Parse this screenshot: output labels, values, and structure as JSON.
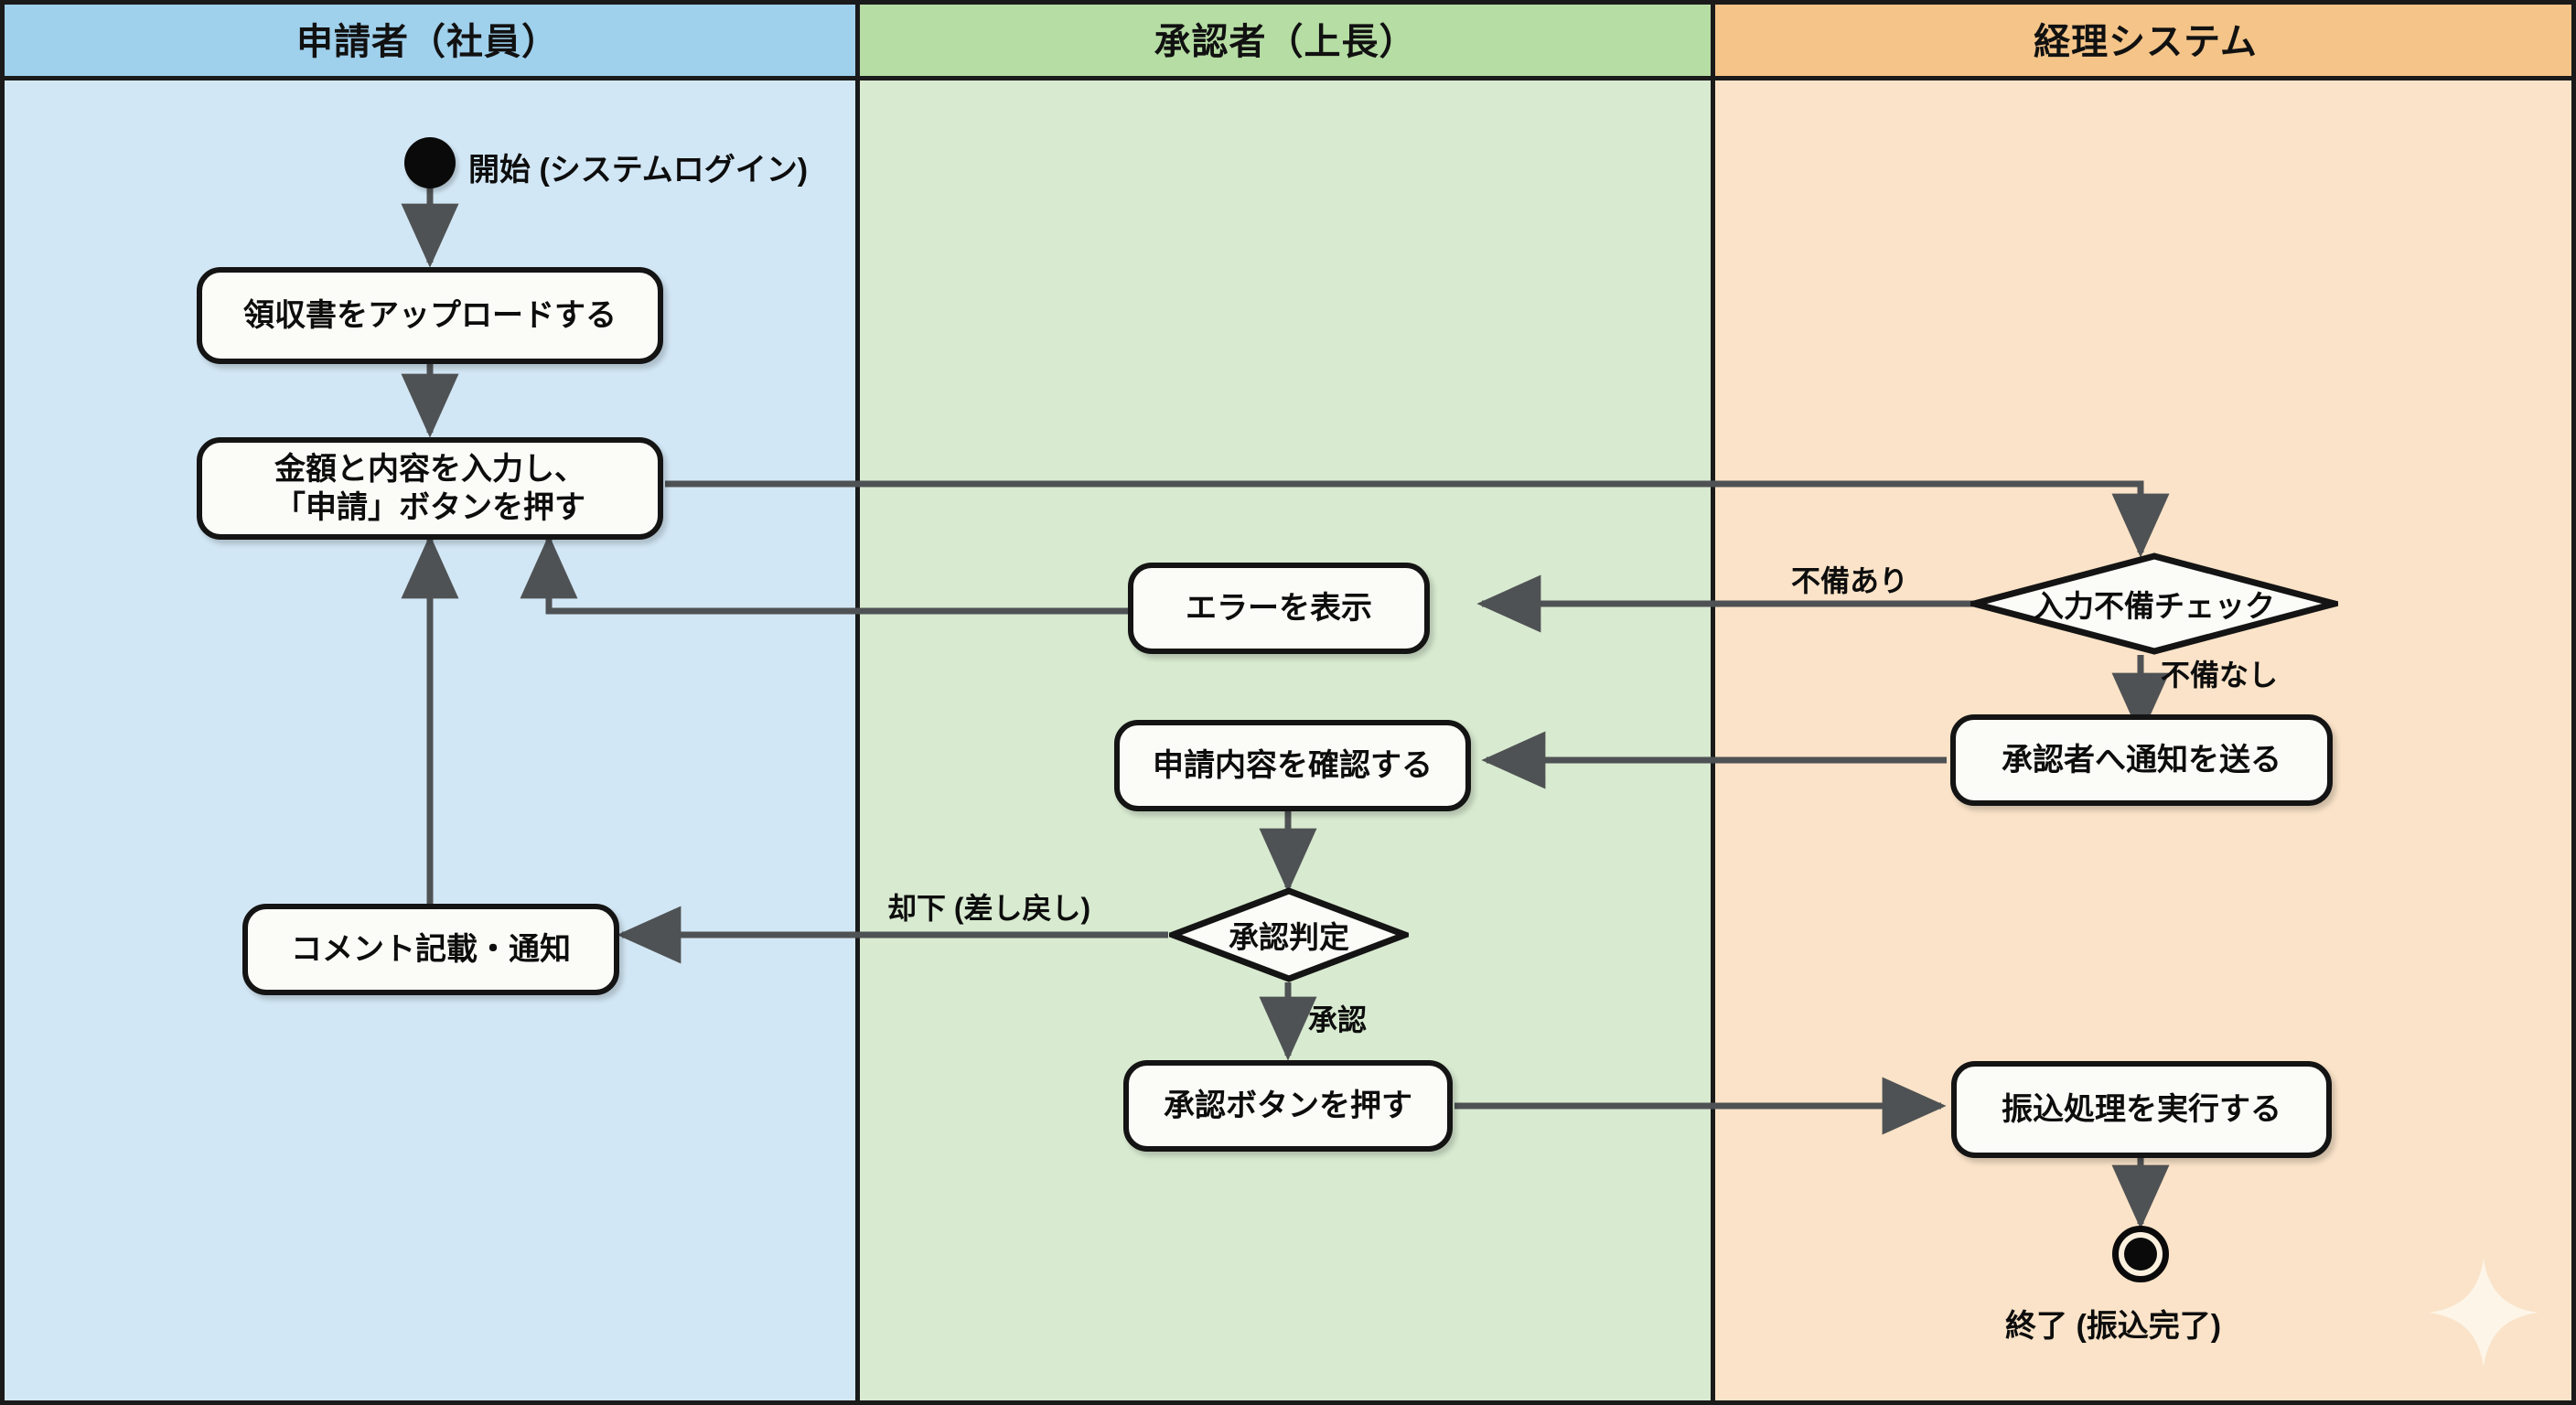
{
  "diagram": {
    "type": "swimlane-flowchart",
    "title_present": false,
    "lanes": [
      {
        "id": "applicant",
        "label": "申請者（社員）",
        "header_color": "#9fd0ec",
        "body_color": "#d2e7f5"
      },
      {
        "id": "approver",
        "label": "承認者（上長）",
        "header_color": "#b6dda4",
        "body_color": "#d8ead0"
      },
      {
        "id": "accounting",
        "label": "経理システム",
        "header_color": "#f4c489",
        "body_color": "#fae3c8"
      }
    ],
    "nodes": [
      {
        "id": "start",
        "lane": "applicant",
        "type": "start",
        "label": "開始 (システムログイン)"
      },
      {
        "id": "upload",
        "lane": "applicant",
        "type": "process",
        "label": "領収書をアップロードする"
      },
      {
        "id": "submit",
        "lane": "applicant",
        "type": "process",
        "label": "金額と内容を入力し、\n「申請」ボタンを押す"
      },
      {
        "id": "comment",
        "lane": "applicant",
        "type": "process",
        "label": "コメント記載・通知"
      },
      {
        "id": "error",
        "lane": "approver",
        "type": "process",
        "label": "エラーを表示"
      },
      {
        "id": "review",
        "lane": "approver",
        "type": "process",
        "label": "申請内容を確認する"
      },
      {
        "id": "judge",
        "lane": "approver",
        "type": "decision",
        "label": "承認判定"
      },
      {
        "id": "approve_btn",
        "lane": "approver",
        "type": "process",
        "label": "承認ボタンを押す"
      },
      {
        "id": "validate",
        "lane": "accounting",
        "type": "decision",
        "label": "入力不備チェック"
      },
      {
        "id": "notify",
        "lane": "accounting",
        "type": "process",
        "label": "承認者へ通知を送る"
      },
      {
        "id": "transfer",
        "lane": "accounting",
        "type": "process",
        "label": "振込処理を実行する"
      },
      {
        "id": "end",
        "lane": "accounting",
        "type": "end",
        "label": "終了 (振込完了)"
      }
    ],
    "edges": [
      {
        "from": "start",
        "to": "upload",
        "label": ""
      },
      {
        "from": "upload",
        "to": "submit",
        "label": ""
      },
      {
        "from": "submit",
        "to": "validate",
        "label": ""
      },
      {
        "from": "validate",
        "to": "error",
        "label": "不備あり"
      },
      {
        "from": "validate",
        "to": "notify",
        "label": "不備なし"
      },
      {
        "from": "error",
        "to": "submit",
        "label": ""
      },
      {
        "from": "notify",
        "to": "review",
        "label": ""
      },
      {
        "from": "review",
        "to": "judge",
        "label": ""
      },
      {
        "from": "judge",
        "to": "comment",
        "label": "却下 (差し戻し)"
      },
      {
        "from": "judge",
        "to": "approve_btn",
        "label": "承認"
      },
      {
        "from": "comment",
        "to": "submit",
        "label": ""
      },
      {
        "from": "approve_btn",
        "to": "transfer",
        "label": ""
      },
      {
        "from": "transfer",
        "to": "end",
        "label": ""
      }
    ],
    "edge_labels": {
      "defect_yes": "不備あり",
      "defect_no": "不備なし",
      "reject": "却下 (差し戻し)",
      "approve": "承認"
    },
    "colors": {
      "stroke": "#141414",
      "arrow": "#4f5254",
      "node_fill": "#fbfbf7",
      "lane_divider": "#1a1a1a"
    },
    "watermark": {
      "name": "sparkle-star",
      "visible": true
    }
  }
}
